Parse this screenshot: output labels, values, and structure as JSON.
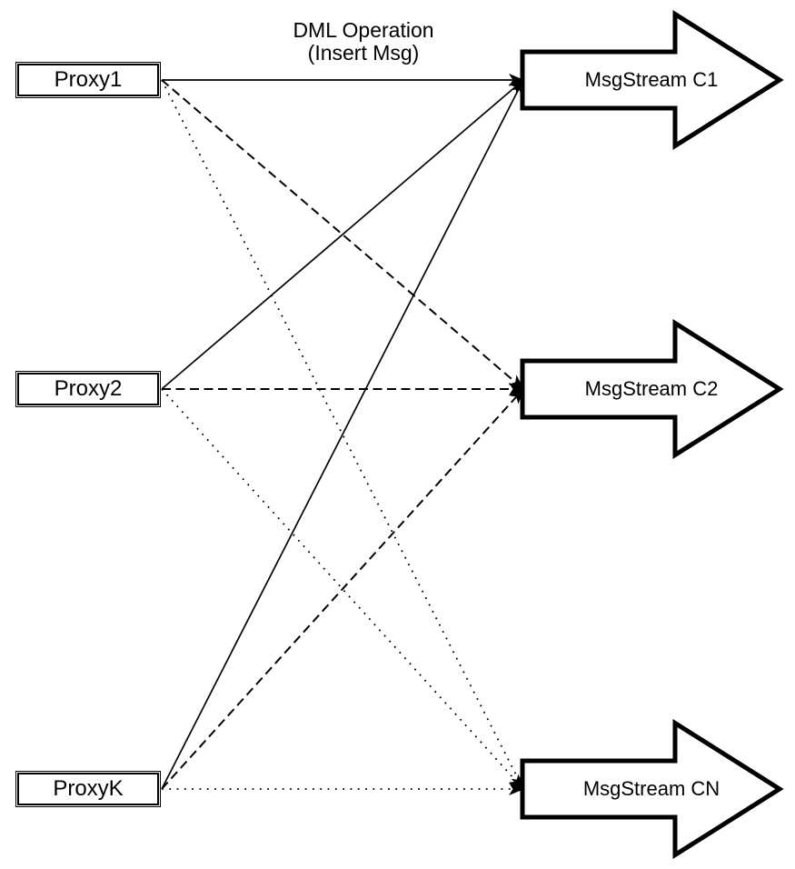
{
  "diagram": {
    "annotation": {
      "line1": "DML Operation",
      "line2": "(Insert Msg)"
    },
    "proxies": [
      {
        "id": "p1",
        "label": "Proxy1"
      },
      {
        "id": "p2",
        "label": "Proxy2"
      },
      {
        "id": "pk",
        "label": "ProxyK"
      }
    ],
    "streams": [
      {
        "id": "c1",
        "label": "MsgStream C1"
      },
      {
        "id": "c2",
        "label": "MsgStream C2"
      },
      {
        "id": "cn",
        "label": "MsgStream CN"
      }
    ],
    "edges": [
      {
        "from": "p1",
        "to": "c1",
        "style": "solid"
      },
      {
        "from": "p1",
        "to": "c2",
        "style": "dashed"
      },
      {
        "from": "p1",
        "to": "cn",
        "style": "dotted"
      },
      {
        "from": "p2",
        "to": "c1",
        "style": "solid"
      },
      {
        "from": "p2",
        "to": "c2",
        "style": "dashed"
      },
      {
        "from": "p2",
        "to": "cn",
        "style": "dotted"
      },
      {
        "from": "pk",
        "to": "c1",
        "style": "solid"
      },
      {
        "from": "pk",
        "to": "c2",
        "style": "dashed"
      },
      {
        "from": "pk",
        "to": "cn",
        "style": "dotted"
      }
    ],
    "colors": {
      "stroke": "#000000",
      "fill": "#ffffff"
    }
  }
}
